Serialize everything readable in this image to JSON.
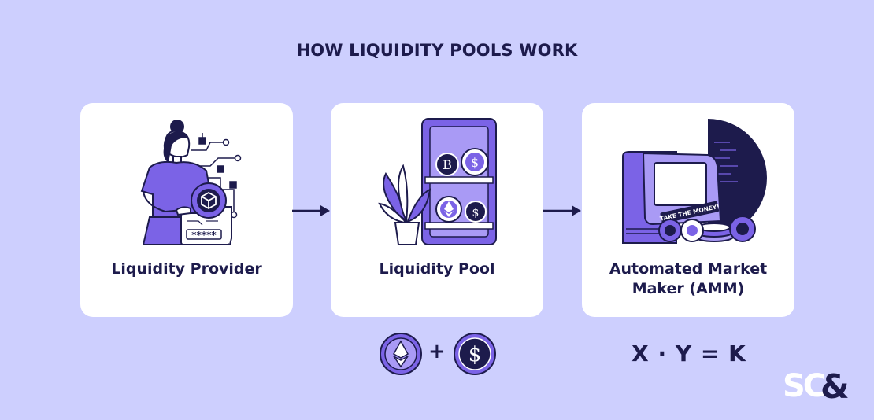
{
  "title": "HOW LIQUIDITY POOLS WORK",
  "steps": [
    {
      "label": "Liquidity Provider"
    },
    {
      "label": "Liquidity Pool"
    },
    {
      "label": "Automated Market Maker (AMM)"
    }
  ],
  "illustration_text": {
    "password_mask": "*****",
    "bitcoin_symbol": "B",
    "dollar_symbol": "$",
    "atm_sign": "TAKE THE MONEY!"
  },
  "pool_tokens": {
    "plus": "+",
    "dollar_symbol": "$"
  },
  "formula": "X · Y = K",
  "logo_text": "SC&",
  "colors": {
    "background": "#cdcffe",
    "card": "#ffffff",
    "text": "#1d1b4c",
    "accent": "#7b63e6",
    "accent_light": "#a99af5"
  }
}
